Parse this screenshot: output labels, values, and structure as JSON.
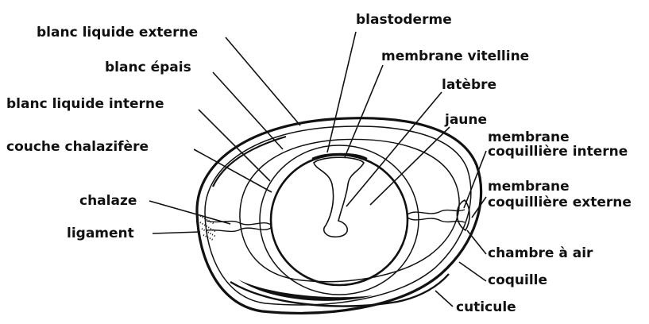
{
  "diagram": {
    "labels": {
      "blanc_liquide_externe": "blanc liquide externe",
      "blanc_epais": "blanc épais",
      "blanc_liquide_interne": "blanc liquide interne",
      "couche_chalazifere": "couche chalazifère",
      "chalaze": "chalaze",
      "ligament": "ligament",
      "blastoderme": "blastoderme",
      "membrane_vitelline": "membrane vitelline",
      "latebre": "latèbre",
      "jaune": "jaune",
      "membrane_coquilliere_interne_1": "membrane",
      "membrane_coquilliere_interne_2": "coquillière interne",
      "membrane_coquilliere_externe_1": "membrane",
      "membrane_coquilliere_externe_2": "coquillière externe",
      "chambre_a_air": "chambre à air",
      "coquille": "coquille",
      "cuticule": "cuticule"
    }
  }
}
